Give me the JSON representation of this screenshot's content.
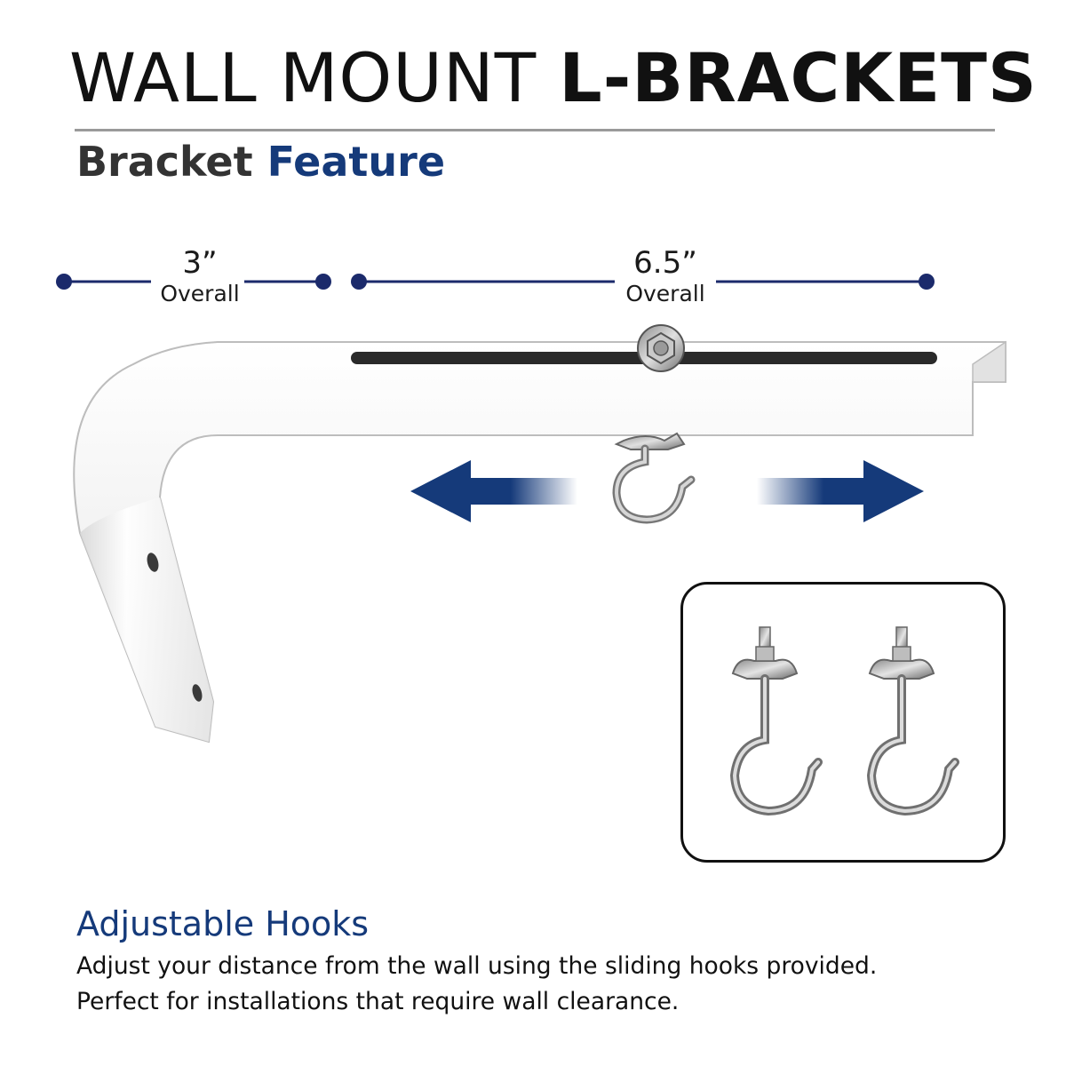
{
  "header": {
    "title_light": "WALL MOUNT",
    "title_bold": "L-BRACKETS",
    "subtitle_a": "Bracket",
    "subtitle_b": "Feature"
  },
  "dimensions": [
    {
      "value": "3”",
      "label": "Overall"
    },
    {
      "value": "6.5”",
      "label": "Overall"
    }
  ],
  "feature": {
    "title": "Adjustable Hooks",
    "lines": [
      "Adjust your distance from the wall using the sliding hooks provided.",
      "Perfect for installations that require wall clearance."
    ]
  },
  "icons": [
    "dimension-dot",
    "arrow-left-icon",
    "arrow-right-icon",
    "hook-icon",
    "wing-nut-icon"
  ],
  "colors": {
    "accent_navy": "#153a7a",
    "dot_navy": "#1b2a6b",
    "text_dark": "#111111",
    "subtitle_gray": "#333333",
    "rule_gray": "#9a9a9a",
    "bracket_white": "#f2f2f2"
  }
}
